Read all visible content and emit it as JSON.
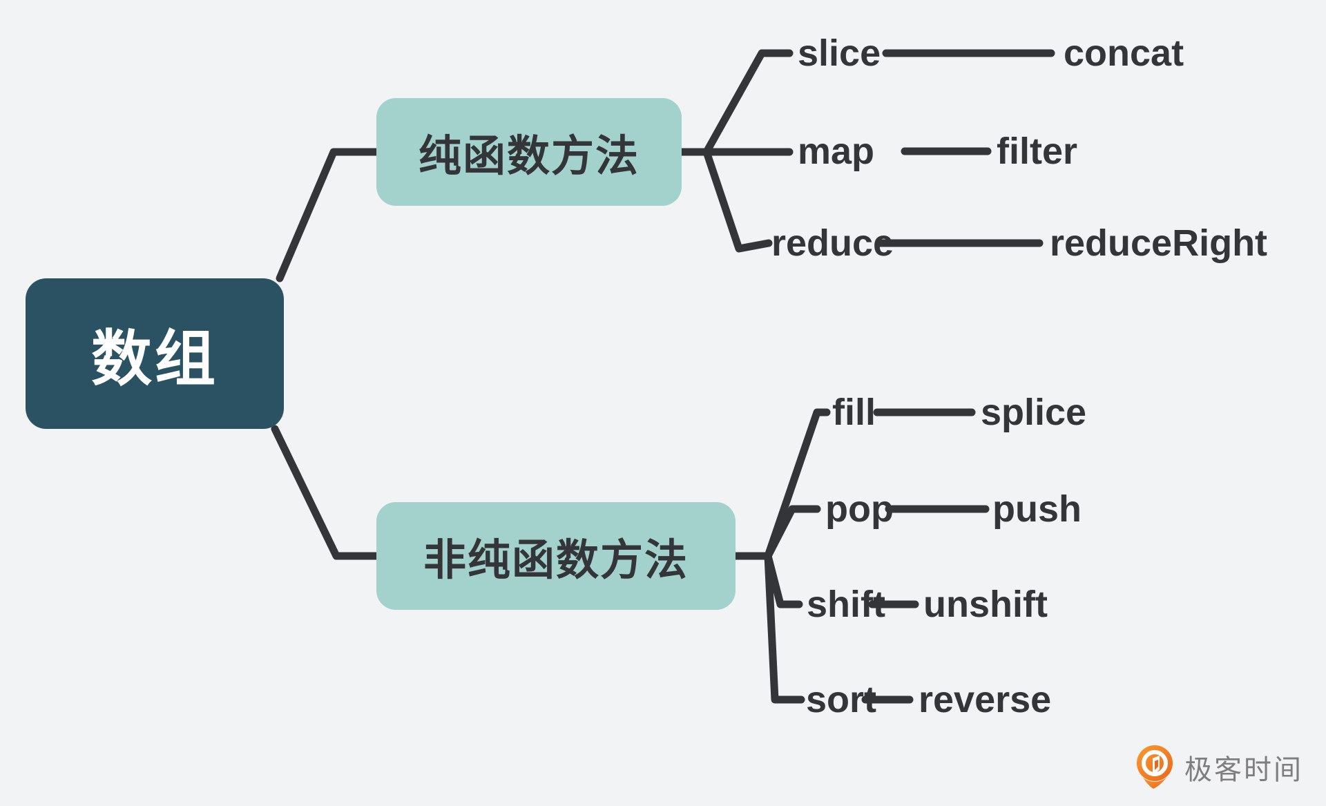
{
  "root": {
    "label": "数组"
  },
  "branches": [
    {
      "label": "纯函数方法",
      "pairs": [
        {
          "left": "slice",
          "right": "concat"
        },
        {
          "left": "map",
          "right": "filter"
        },
        {
          "left": "reduce",
          "right": "reduceRight"
        }
      ]
    },
    {
      "label": "非纯函数方法",
      "pairs": [
        {
          "left": "fill",
          "right": "splice"
        },
        {
          "left": "pop",
          "right": "push"
        },
        {
          "left": "shift",
          "right": "unshift"
        },
        {
          "left": "sort",
          "right": "reverse"
        }
      ]
    }
  ],
  "logo": {
    "icon": "geektime-pin-icon",
    "text": "极客时间"
  },
  "colors": {
    "background": "#f1f3f5",
    "root_node_bg": "#2a5263",
    "root_node_text": "#ffffff",
    "branch_node_bg": "#a3d1cc",
    "line_and_text": "#333538",
    "logo_orange": "#f47e20",
    "logo_text_gray": "#7e7e7e"
  }
}
